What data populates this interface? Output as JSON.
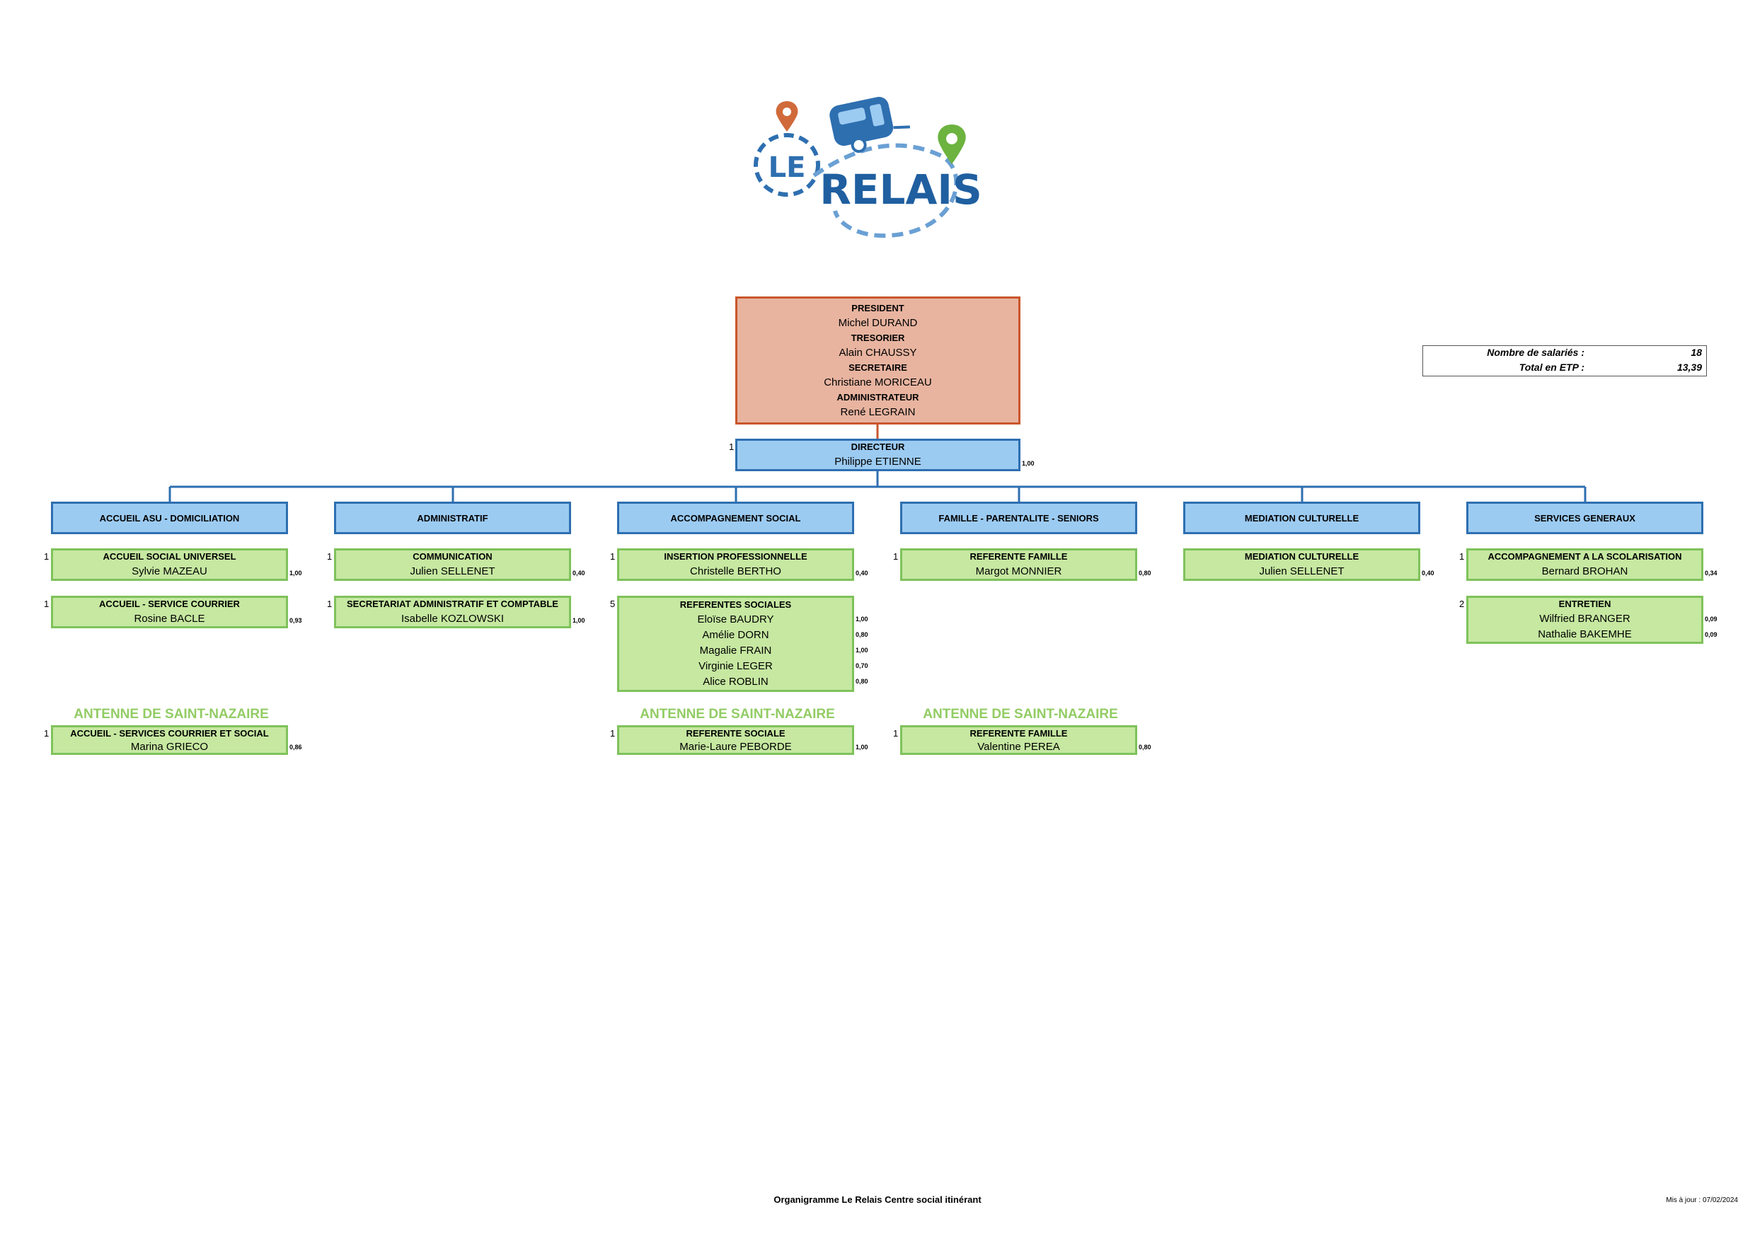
{
  "logo": {
    "text_le": "LE",
    "text_relais": "RELAIS"
  },
  "board": [
    {
      "role": "PRESIDENT",
      "name": "Michel DURAND"
    },
    {
      "role": "TRESORIER",
      "name": "Alain CHAUSSY"
    },
    {
      "role": "SECRETAIRE",
      "name": "Christiane MORICEAU"
    },
    {
      "role": "ADMINISTRATEUR",
      "name": "René LEGRAIN"
    }
  ],
  "stats": {
    "employees_label": "Nombre de salariés :",
    "employees_value": "18",
    "etp_label": "Total en ETP :",
    "etp_value": "13,39"
  },
  "director": {
    "role": "DIRECTEUR",
    "name": "Philippe ETIENNE",
    "count": "1",
    "etp": "1,00"
  },
  "departments": [
    "ACCUEIL ASU - DOMICILIATION",
    "ADMINISTRATIF",
    "ACCOMPAGNEMENT SOCIAL",
    "FAMILLE - PARENTALITE - SENIORS",
    "MEDIATION CULTURELLE",
    "SERVICES GENERAUX"
  ],
  "posts": {
    "accueil_social": {
      "title": "ACCUEIL SOCIAL UNIVERSEL",
      "count": "1",
      "people": [
        {
          "name": "Sylvie MAZEAU",
          "etp": "1,00"
        }
      ]
    },
    "accueil_courrier": {
      "title": "ACCUEIL - SERVICE COURRIER",
      "count": "1",
      "people": [
        {
          "name": "Rosine BACLE",
          "etp": "0,93"
        }
      ]
    },
    "communication": {
      "title": "COMMUNICATION",
      "count": "1",
      "people": [
        {
          "name": "Julien SELLENET",
          "etp": "0,40"
        }
      ]
    },
    "secretariat": {
      "title": "SECRETARIAT ADMINISTRATIF ET COMPTABLE",
      "count": "1",
      "people": [
        {
          "name": "Isabelle KOZLOWSKI",
          "etp": "1,00"
        }
      ]
    },
    "insertion": {
      "title": "INSERTION PROFESSIONNELLE",
      "count": "1",
      "people": [
        {
          "name": "Christelle BERTHO",
          "etp": "0,40"
        }
      ]
    },
    "referentes_sociales": {
      "title": "REFERENTES SOCIALES",
      "count": "5",
      "people": [
        {
          "name": "Eloïse BAUDRY",
          "etp": "1,00"
        },
        {
          "name": "Amélie DORN",
          "etp": "0,80"
        },
        {
          "name": "Magalie FRAIN",
          "etp": "1,00"
        },
        {
          "name": "Virginie LEGER",
          "etp": "0,70"
        },
        {
          "name": "Alice ROBLIN",
          "etp": "0,80"
        }
      ]
    },
    "referente_famille": {
      "title": "REFERENTE FAMILLE",
      "count": "1",
      "people": [
        {
          "name": "Margot MONNIER",
          "etp": "0,80"
        }
      ]
    },
    "mediation": {
      "title": "MEDIATION CULTURELLE",
      "count": "",
      "people": [
        {
          "name": "Julien SELLENET",
          "etp": "0,40"
        }
      ]
    },
    "scolarisation": {
      "title": "ACCOMPAGNEMENT A LA SCOLARISATION",
      "count": "1",
      "people": [
        {
          "name": "Bernard BROHAN",
          "etp": "0,34"
        }
      ]
    },
    "entretien": {
      "title": "ENTRETIEN",
      "count": "2",
      "people": [
        {
          "name": "Wilfried BRANGER",
          "etp": "0,09"
        },
        {
          "name": "Nathalie BAKEMHE",
          "etp": "0,09"
        }
      ]
    },
    "sn_accueil": {
      "title": "ACCUEIL - SERVICES COURRIER ET SOCIAL",
      "count": "1",
      "people": [
        {
          "name": "Marina GRIECO",
          "etp": "0,86"
        }
      ]
    },
    "sn_sociale": {
      "title": "REFERENTE SOCIALE",
      "count": "1",
      "people": [
        {
          "name": "Marie-Laure PEBORDE",
          "etp": "1,00"
        }
      ]
    },
    "sn_famille": {
      "title": "REFERENTE FAMILLE",
      "count": "1",
      "people": [
        {
          "name": "Valentine PEREA",
          "etp": "0,80"
        }
      ]
    }
  },
  "antenne_label": "ANTENNE DE SAINT-NAZAIRE",
  "footer": {
    "title": "Organigramme Le Relais Centre social itinérant",
    "updated": "Mis à jour : 07/02/2024"
  }
}
